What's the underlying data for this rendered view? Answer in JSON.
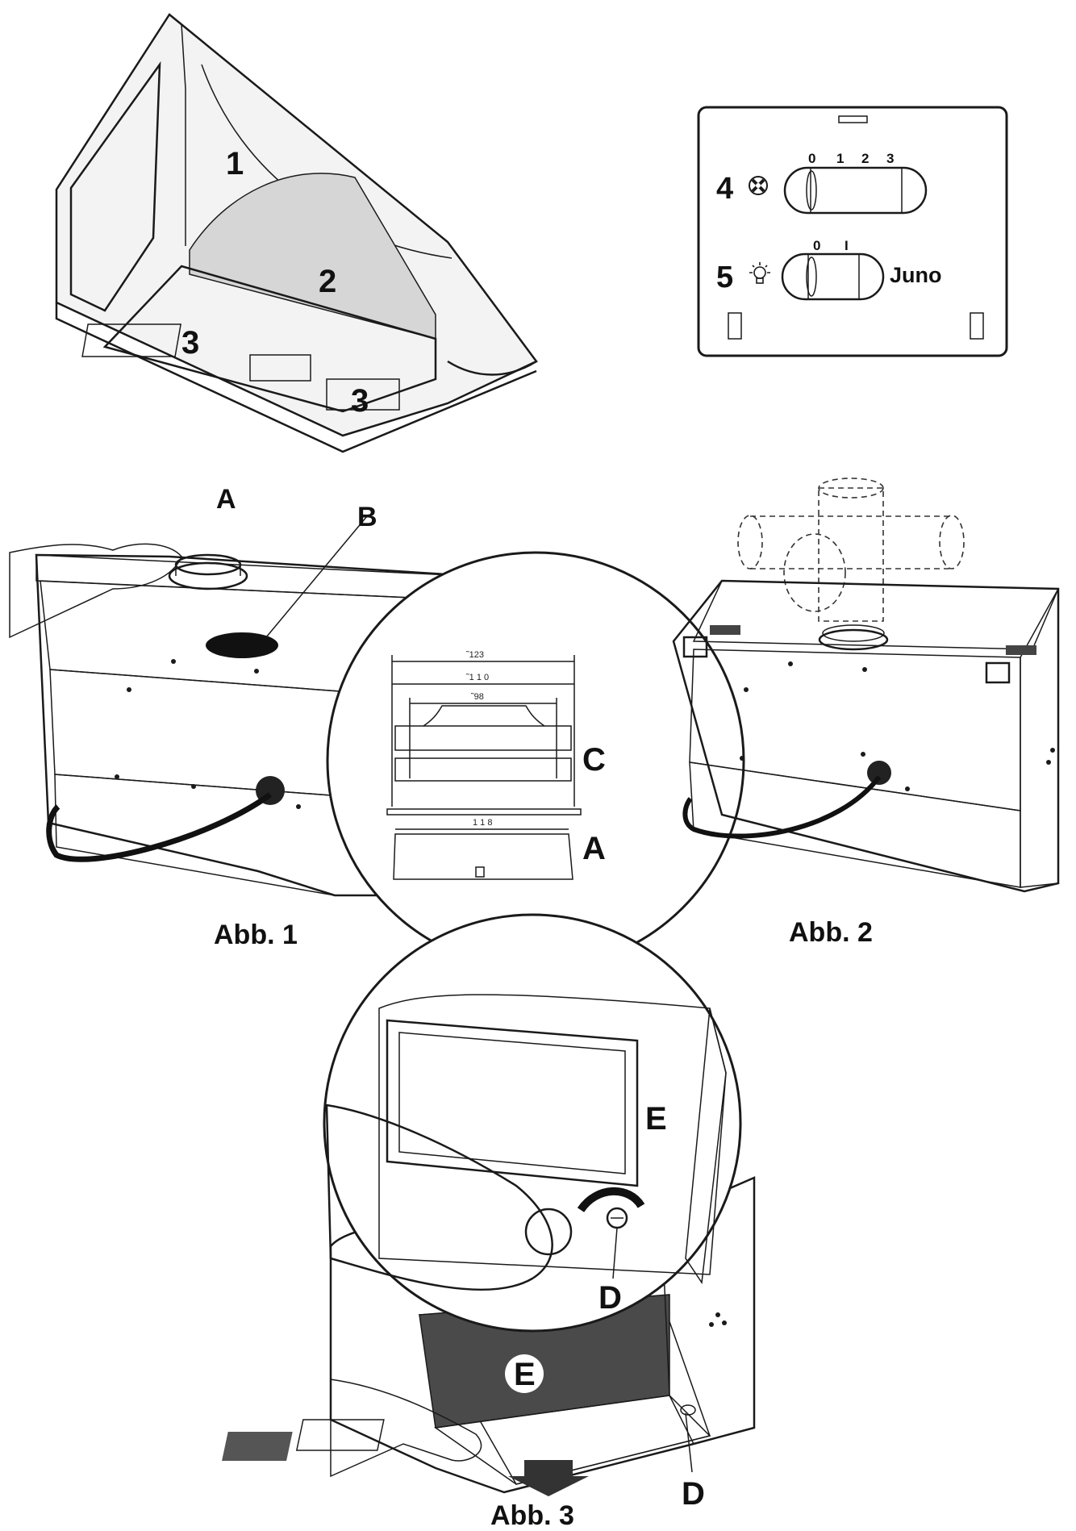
{
  "hood": {
    "labels": [
      "1",
      "2",
      "3",
      "3"
    ]
  },
  "panel": {
    "fan_number": "4",
    "fan_icon": "fan-icon",
    "fan_scale": [
      "0",
      "1",
      "2",
      "3"
    ],
    "light_number": "5",
    "light_icon": "lamp-icon",
    "light_scale": [
      "0",
      "I"
    ],
    "brand": "Juno"
  },
  "fig1": {
    "label_a": "A",
    "label_b": "B",
    "label_c": "C",
    "label_a2": "A",
    "dim_123": "˜123",
    "dim_110": "˜1 1 0",
    "dim_98": "˜98",
    "dim_118": "1 1 8",
    "caption": "Abb. 1"
  },
  "fig2": {
    "caption": "Abb. 2"
  },
  "fig3": {
    "label_e_top": "E",
    "label_d_top": "D",
    "label_e_bottom": "E",
    "label_d_bottom": "D",
    "caption": "Abb. 3"
  },
  "colors": {
    "ink": "#111111",
    "shade_light": "#e6e6e6",
    "shade_mid": "#bcbcbc",
    "shade_dark": "#8a8a8a"
  }
}
